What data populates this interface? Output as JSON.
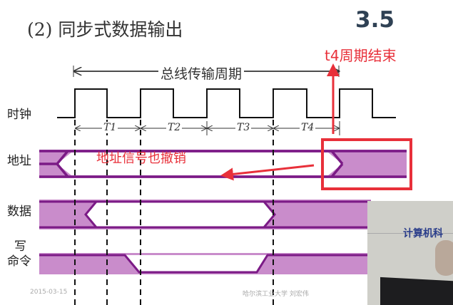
{
  "slide": {
    "title": "(2) 同步式数据输出",
    "section_number": "3.5",
    "bus_cycle_label": "总线传输周期",
    "signals": {
      "clock": "时钟",
      "address": "地址",
      "data": "数据",
      "write_cmd_line1": "写",
      "write_cmd_line2": "命令"
    },
    "periods": [
      "T1",
      "T2",
      "T3",
      "T4"
    ],
    "footer_date": "2015-03-15",
    "footer_author": "哈尔滨工业大学 刘宏伟"
  },
  "annotations": {
    "t4_end": "t4周期结束",
    "address_revoked": "地址信号也撤销",
    "color": "#e8303a"
  },
  "colors": {
    "bus_fill": "#c98ccb",
    "bus_line": "#7b1a86"
  },
  "webcam": {
    "banner_text": "计算机科"
  }
}
